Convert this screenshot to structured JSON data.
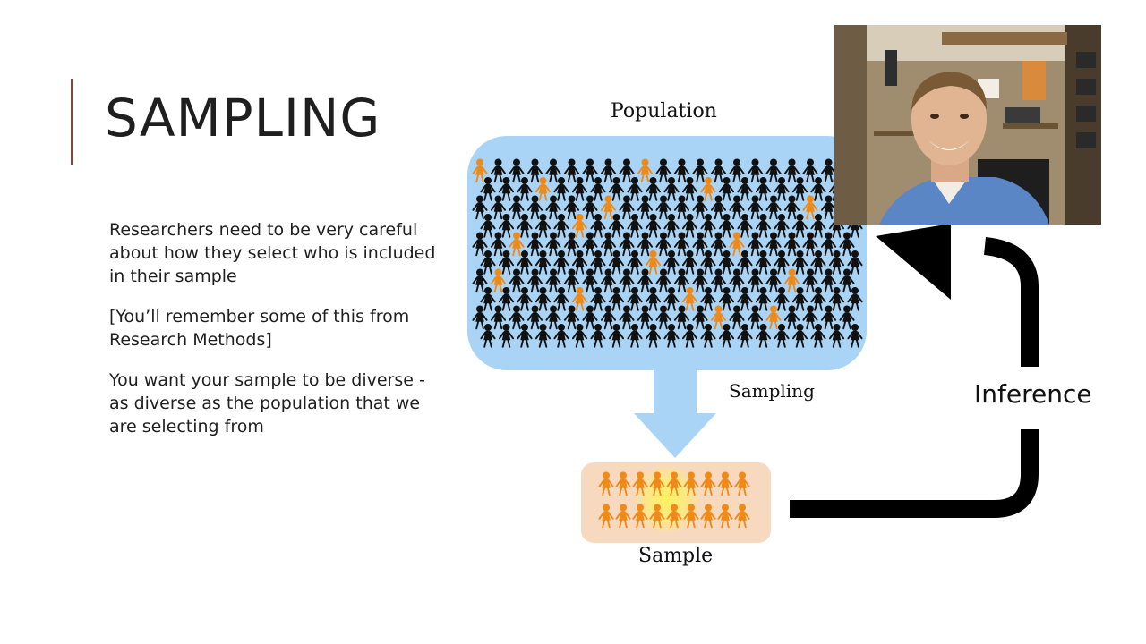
{
  "slide": {
    "title": "SAMPLING",
    "paragraphs": [
      "Researchers need to be very careful about how they select who is included in their sample",
      "[You’ll remember some of this from Research Methods]",
      "You want your sample to be diverse - as diverse as the population that we are selecting from"
    ]
  },
  "diagram": {
    "population_label": "Population",
    "sampling_label": "Sampling",
    "sample_label": "Sample",
    "inference_label": "Inference"
  },
  "colors": {
    "accent": "#a33a2c",
    "population_box": "#a9d4f5",
    "sample_box": "#f7d9bf",
    "orange_person": "#ee8a1a",
    "black_person": "#111111"
  }
}
